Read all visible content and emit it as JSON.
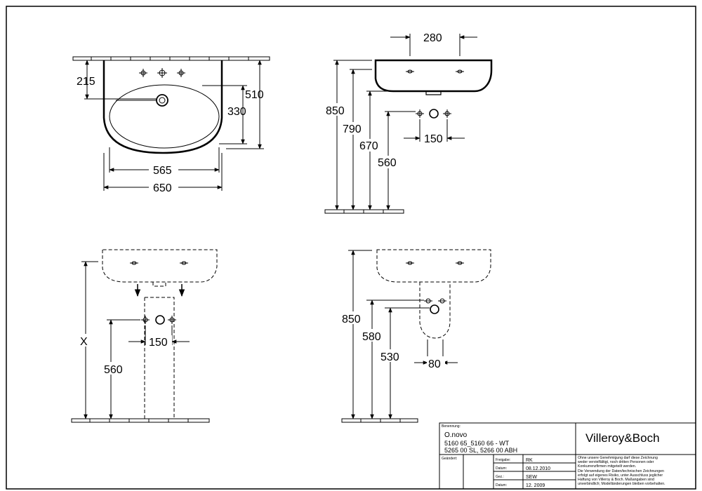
{
  "drawing": {
    "top_front": {
      "dim_215": "215",
      "dim_330": "330",
      "dim_510": "510",
      "dim_565": "565",
      "dim_650": "650"
    },
    "top_side": {
      "dim_280": "280",
      "dim_850": "850",
      "dim_790": "790",
      "dim_670": "670",
      "dim_560": "560",
      "dim_150": "150"
    },
    "bottom_front": {
      "dim_x": "X",
      "dim_560": "560",
      "dim_150": "150"
    },
    "bottom_side": {
      "dim_850": "850",
      "dim_580": "580",
      "dim_530": "530",
      "dim_80": "80"
    }
  },
  "title_block": {
    "label_benennung": "Benennung:",
    "product_name": "O.novo",
    "product_codes_1": "5160 65_5160 66 - WT",
    "product_codes_2": "5265 00 SL, 5266 00 ABH",
    "brand": "Villeroy&Boch",
    "label_geaendert": "Geändert:",
    "rows": [
      {
        "label": "Freigabe:",
        "value": "RK"
      },
      {
        "label": "Datum:",
        "value": "08.12.2010"
      },
      {
        "label": "Gez.:",
        "value": "SEW"
      },
      {
        "label": "Datum:",
        "value": "12. 2009"
      }
    ],
    "notice_lines": [
      "Ohne unsere Genehmigung darf diese Zeichnung",
      "weder vervielfältigt, noch dritten Personen oder",
      "Konkurrenzfirmen mitgeteilt werden.",
      "Die Verwendung der Daten/technischen Zeichnungen",
      "erfolgt auf eigenes Risiko, unter Ausschluss jeglicher",
      "Haftung von Villeroy & Boch. Maßangaben sind",
      "unverbindlich; Modelländerungen bleiben vorbehalten."
    ]
  }
}
